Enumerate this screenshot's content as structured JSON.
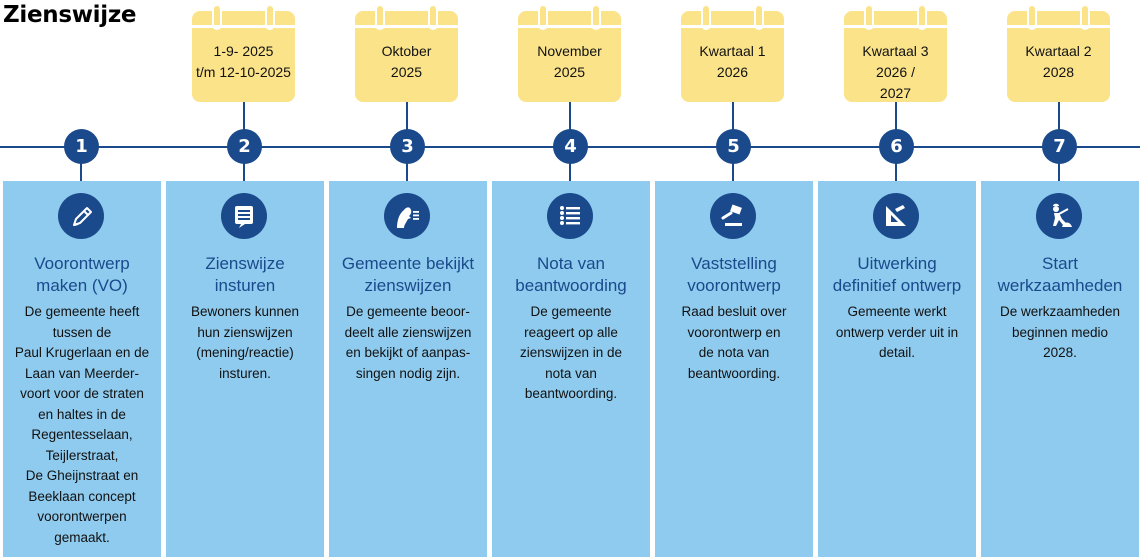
{
  "title": "Zienswijze",
  "steps": [
    {
      "number": "1",
      "date": "",
      "icon": "pencil-icon",
      "title_lines": [
        "Voorontwerp",
        "maken (VO)"
      ],
      "text_lines": [
        "De gemeente heeft",
        "tussen de",
        "Paul Krugerlaan en de",
        "Laan van Meerder-",
        "voort voor de straten",
        "en haltes in de",
        "Regentesselaan,",
        "Teijlerstraat,",
        "De Gheijnstraat en",
        "Beeklaan concept",
        "voorontwerpen",
        "gemaakt."
      ]
    },
    {
      "number": "2",
      "date": "1-9- 2025\nt/m 12-10-2025",
      "icon": "document-list-icon",
      "title_lines": [
        "Zienswijze",
        "insturen"
      ],
      "text_lines": [
        "Bewoners kunnen",
        "hun zienswijzen",
        "(mening/reactie)",
        "insturen."
      ]
    },
    {
      "number": "3",
      "date": "Oktober\n2025",
      "icon": "thinking-person-icon",
      "title_lines": [
        "Gemeente bekijkt",
        "zienswijzen"
      ],
      "text_lines": [
        "De gemeente beoor-",
        "deelt alle zienswijzen",
        "en bekijkt of aanpas-",
        "singen nodig zijn."
      ]
    },
    {
      "number": "4",
      "date": "November\n2025",
      "icon": "bullet-list-icon",
      "title_lines": [
        "Nota van",
        "beantwoording"
      ],
      "text_lines": [
        "De gemeente",
        "reageert op alle",
        "zienswijzen in de",
        "nota van",
        "beantwoording."
      ]
    },
    {
      "number": "5",
      "date": "Kwartaal 1\n2026",
      "icon": "gavel-icon",
      "title_lines": [
        "Vaststelling",
        "voorontwerp"
      ],
      "text_lines": [
        "Raad besluit over",
        "voorontwerp en",
        "de nota van",
        "beantwoording."
      ]
    },
    {
      "number": "6",
      "date": "Kwartaal 3\n2026 /\n2027",
      "icon": "set-square-icon",
      "title_lines": [
        "Uitwerking",
        "definitief ontwerp"
      ],
      "text_lines": [
        "Gemeente werkt",
        "ontwerp verder uit in",
        "detail."
      ]
    },
    {
      "number": "7",
      "date": "Kwartaal 2\n2028",
      "icon": "construction-worker-icon",
      "title_lines": [
        "Start",
        "werkzaamheden"
      ],
      "text_lines": [
        "De werkzaamheden",
        "beginnen medio",
        "2028."
      ]
    }
  ],
  "colors": {
    "navy": "#1a4a8c",
    "panel": "#8fcbee",
    "calendar": "#fbe38a"
  }
}
